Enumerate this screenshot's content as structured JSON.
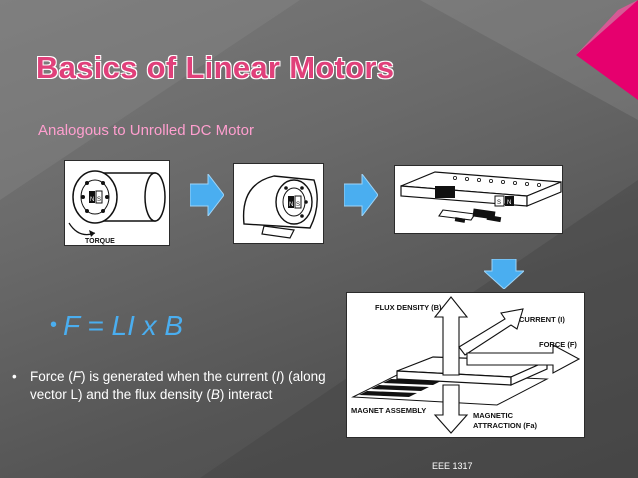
{
  "slide": {
    "title": "Basics of Linear Motors",
    "subtitle": "Analogous to Unrolled DC Motor",
    "footer": "EEE 1317"
  },
  "formula": {
    "bullet": "•",
    "text": "F = LI x B"
  },
  "bullet_point": {
    "mark": "•",
    "segments": [
      "Force (",
      "F",
      ") is generated when the current (",
      "I",
      ") (along vector L) and the flux density (",
      "B",
      ") interact"
    ]
  },
  "figure_motor_1": {
    "label": "TORQUE",
    "pole_n": "N",
    "pole_s": "S"
  },
  "figure_motor_2": {
    "pole_n": "N",
    "pole_s": "S"
  },
  "figure_motor_3": {
    "pole_s": "S",
    "pole_n": "N"
  },
  "diagram_force": {
    "flux_density": "FLUX DENSITY (B)",
    "current": "CURRENT (I)",
    "force": "FORCE (F)",
    "magnet_assembly": "MAGNET ASSEMBLY",
    "magnetic": "MAGNETIC",
    "attraction": "ATTRACTION (Fa)"
  },
  "colors": {
    "title": "#e0407a",
    "subtitle": "#ff9fcf",
    "formula": "#4aaef0",
    "arrow": "#4aaef0",
    "accent_corner": "#e6006e"
  }
}
